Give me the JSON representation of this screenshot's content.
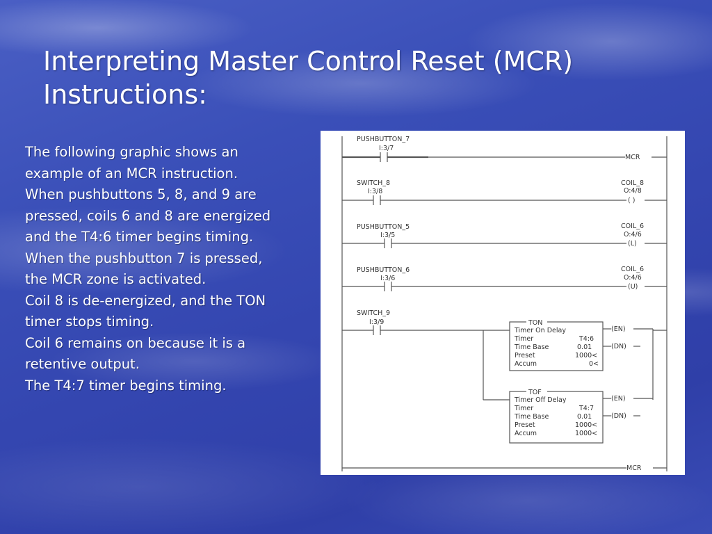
{
  "slide": {
    "title_line1": "Interpreting Master Control Reset (MCR)",
    "title_line2": "Instructions:",
    "bullets": [
      "The following graphic shows an example of an MCR instruction.",
      "When pushbuttons 5, 8, and 9 are pressed, coils 6 and 8 are energized and the T4:6 timer begins timing.",
      "When the pushbutton 7 is pressed, the MCR zone is activated.",
      "Coil 8 is de-energized, and the TON timer stops timing.",
      "Coil 6 remains on because it is a retentive output.",
      "The T4:7 timer begins timing."
    ]
  },
  "ladder": {
    "rung1": {
      "input_name": "PUSHBUTTON_7",
      "input_addr": "I:3/7",
      "output": "MCR"
    },
    "rung2": {
      "input_name": "SWITCH_8",
      "input_addr": "I:3/8",
      "coil_name": "COIL_8",
      "coil_addr": "O:4/8",
      "coil_symbol": "( )"
    },
    "rung3": {
      "input_name": "PUSHBUTTON_5",
      "input_addr": "I:3/5",
      "coil_name": "COIL_6",
      "coil_addr": "O:4/6",
      "coil_symbol": "(L)"
    },
    "rung4": {
      "input_name": "PUSHBUTTON_6",
      "input_addr": "I:3/6",
      "coil_name": "COIL_6",
      "coil_addr": "O:4/6",
      "coil_symbol": "(U)"
    },
    "rung5": {
      "input_name": "SWITCH_9",
      "input_addr": "I:3/9",
      "ton": {
        "header": "TON",
        "type": "Timer On Delay",
        "timer_label": "Timer",
        "timer_value": "T4:6",
        "timebase_label": "Time Base",
        "timebase_value": "0.01",
        "preset_label": "Preset",
        "preset_value": "1000<",
        "accum_label": "Accum",
        "accum_value": "0<",
        "en": "(EN)",
        "dn": "(DN)"
      },
      "tof": {
        "header": "TOF",
        "type": "Timer Off Delay",
        "timer_label": "Timer",
        "timer_value": "T4:7",
        "timebase_label": "Time Base",
        "timebase_value": "0.01",
        "preset_label": "Preset",
        "preset_value": "1000<",
        "accum_label": "Accum",
        "accum_value": "1000<",
        "en": "(EN)",
        "dn": "(DN)"
      }
    },
    "rung6": {
      "output": "MCR"
    }
  }
}
